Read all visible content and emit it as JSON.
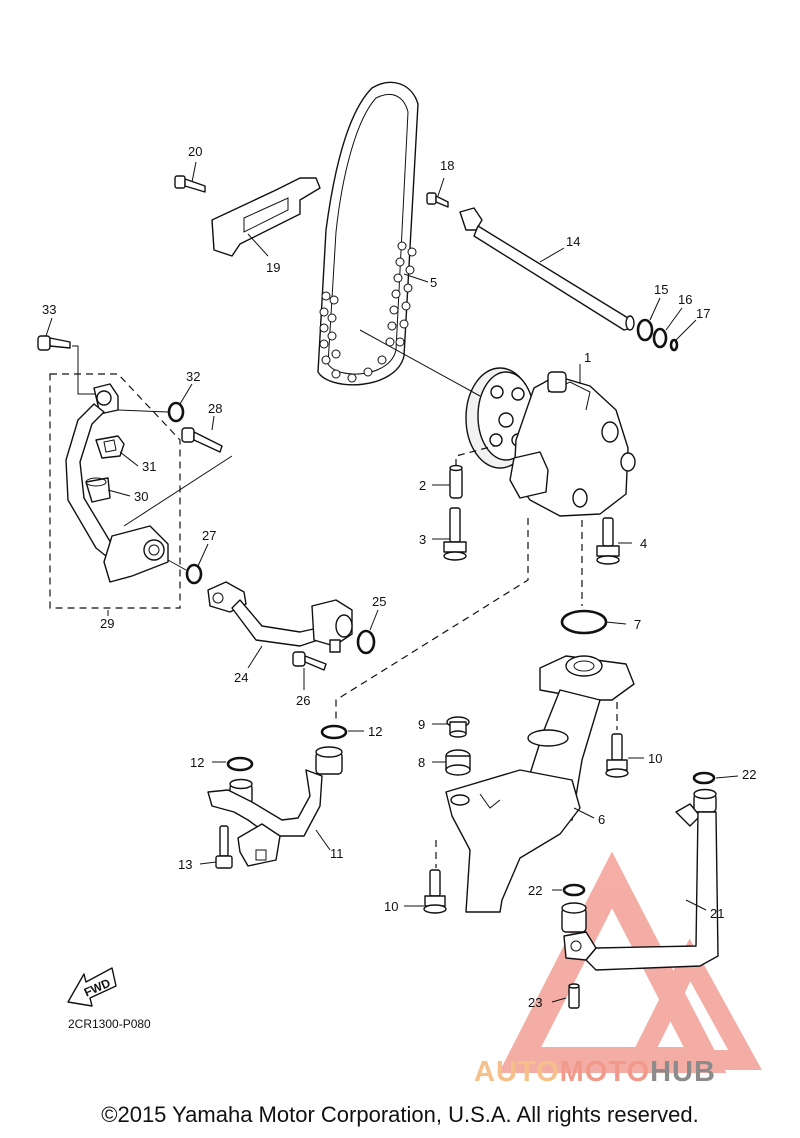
{
  "diagram_code": "2CR1300-P080",
  "fwd_label": "FWD",
  "copyright": "©2015 Yamaha Motor Corporation, U.S.A. All rights reserved.",
  "watermark": {
    "part1": "AUTO",
    "part2": "MOTO",
    "part3": "HUB"
  },
  "callouts": {
    "c1": "1",
    "c2": "2",
    "c3": "3",
    "c4": "4",
    "c5": "5",
    "c6": "6",
    "c7": "7",
    "c8": "8",
    "c9": "9",
    "c10a": "10",
    "c10b": "10",
    "c11": "11",
    "c12a": "12",
    "c12b": "12",
    "c13": "13",
    "c14": "14",
    "c15": "15",
    "c16": "16",
    "c17": "17",
    "c18": "18",
    "c19": "19",
    "c20": "20",
    "c21": "21",
    "c22a": "22",
    "c22b": "22",
    "c23": "23",
    "c24": "24",
    "c25": "25",
    "c26": "26",
    "c27": "27",
    "c28": "28",
    "c29": "29",
    "c30": "30",
    "c31": "31",
    "c32": "32",
    "c33": "33"
  }
}
